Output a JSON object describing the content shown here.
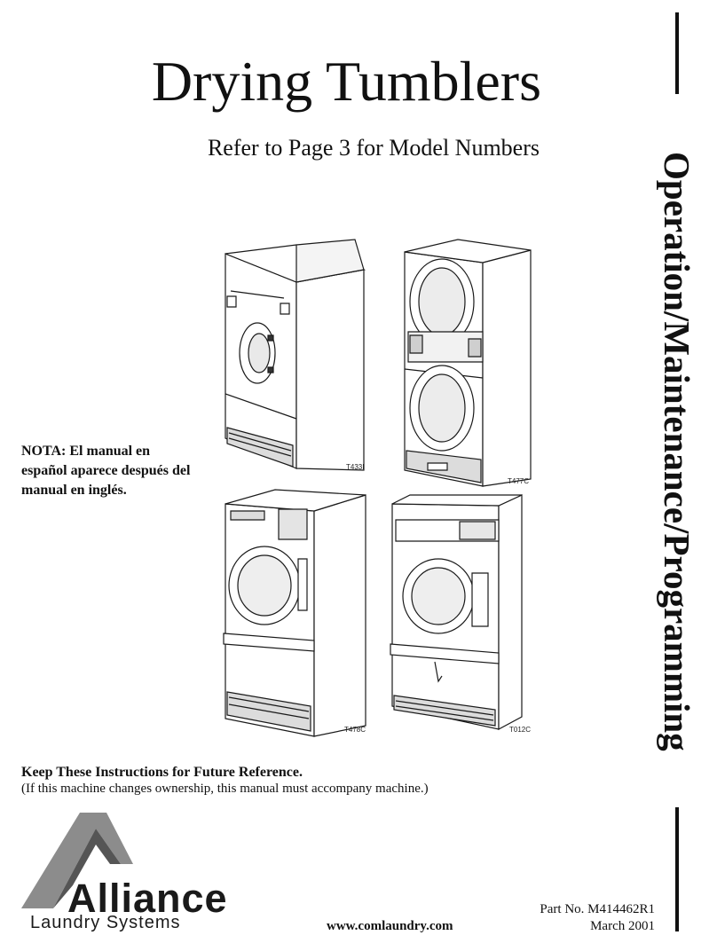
{
  "document": {
    "title": "Drying Tumblers",
    "subtitle": "Refer to Page 3 for Model Numbers",
    "side_title": "Operation/Maintenance/Programming",
    "nota": "NOTA: El manual en español aparece después del manual en inglés.",
    "keep_instructions": "Keep These Instructions for Future Reference.",
    "keep_instructions_note": "(If this machine changes ownership, this manual must accompany machine.)",
    "website": "www.comlaundry.com",
    "part_number": "Part No. M414462R1",
    "date": "March 2001"
  },
  "illustrations": [
    {
      "id": "T433I",
      "label": "T433I"
    },
    {
      "id": "T477C",
      "label": "T477C"
    },
    {
      "id": "T478C",
      "label": "T478C"
    },
    {
      "id": "T012C",
      "label": "T012C"
    }
  ],
  "brand": {
    "name": "Alliance",
    "tagline": "Laundry Systems",
    "logo_color": "#8c8c8c"
  }
}
